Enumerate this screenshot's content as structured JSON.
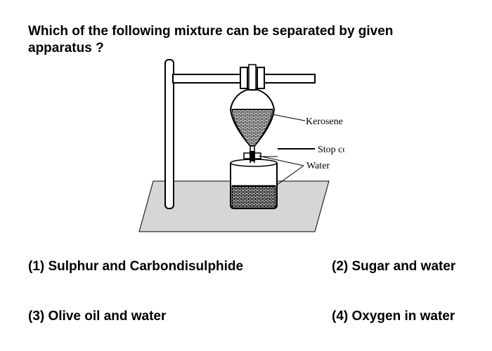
{
  "question": {
    "line1": "Which of the following mixture can be separated by given",
    "line2": "apparatus ?"
  },
  "diagram": {
    "labels": {
      "kerosene": "Kerosene",
      "stopcock": "Stop cock",
      "water": "Water"
    }
  },
  "options": [
    {
      "text": "(1) Sulphur and Carbondisulphide"
    },
    {
      "text": "(2) Sugar and water"
    },
    {
      "text": "(3) Olive oil and water"
    },
    {
      "text": "(4) Oxygen in water"
    }
  ]
}
